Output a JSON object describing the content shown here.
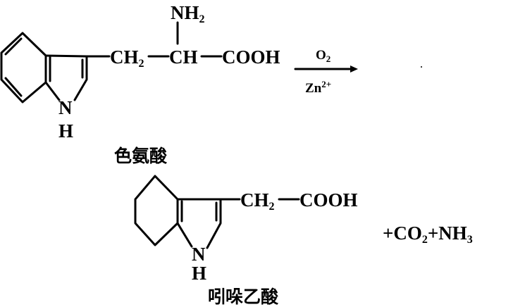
{
  "reactant": {
    "name": "色氨酸",
    "amino_group": "NH",
    "amino_sub": "2",
    "ch2": "CH",
    "ch2_sub": "2",
    "ch": "CH",
    "carboxyl": "COOH",
    "ring_n": "N",
    "ring_h": "H"
  },
  "conditions": {
    "above": "O",
    "above_sub": "2",
    "below": "Zn",
    "below_sup": "2+"
  },
  "product": {
    "name": "吲哚乙酸",
    "ch2": "CH",
    "ch2_sub": "2",
    "carboxyl": "COOH",
    "ring_n": "N",
    "ring_h": "H"
  },
  "byproducts": {
    "plus1": "+",
    "co2": "CO",
    "co2_sub": "2",
    "plus2": "+",
    "nh3": "NH",
    "nh3_sub": "3"
  }
}
